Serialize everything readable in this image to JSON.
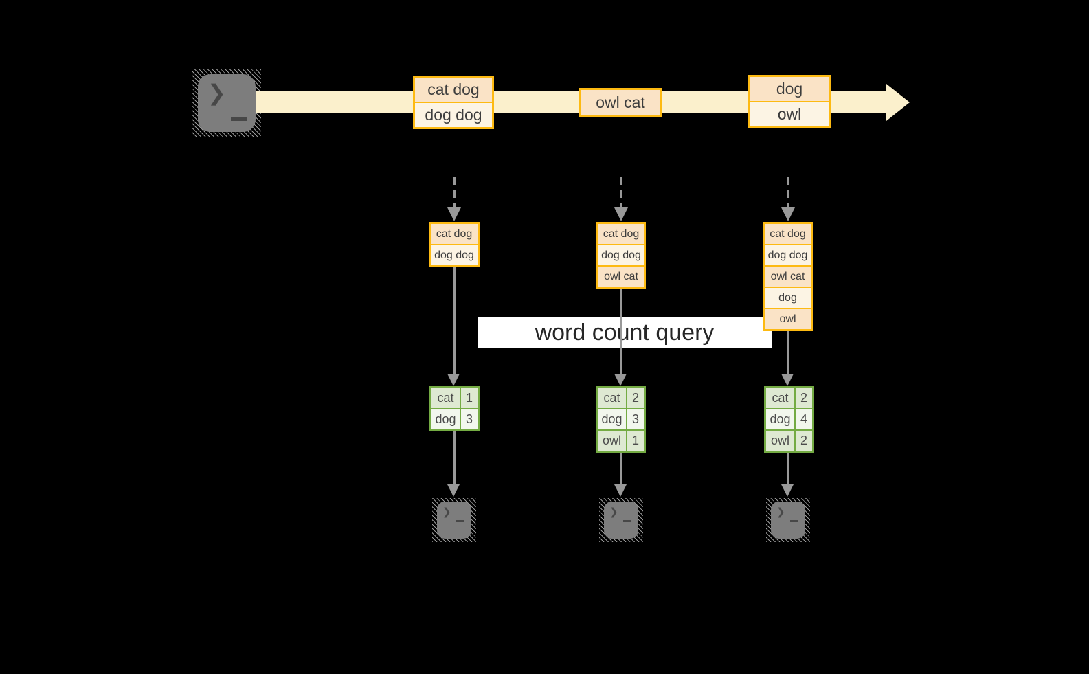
{
  "query_banner": {
    "label": "word count query"
  },
  "icons": {
    "terminal_prompt": "❯"
  },
  "stream": {
    "events": [
      {
        "lines": [
          "cat dog",
          "dog dog"
        ]
      },
      {
        "lines": [
          "owl cat"
        ]
      },
      {
        "lines": [
          "dog",
          "owl"
        ]
      }
    ]
  },
  "columns": [
    {
      "buffer": [
        "cat dog",
        "dog dog"
      ],
      "counts": [
        {
          "word": "cat",
          "count": "1"
        },
        {
          "word": "dog",
          "count": "3"
        }
      ]
    },
    {
      "buffer": [
        "cat dog",
        "dog dog",
        "owl cat"
      ],
      "counts": [
        {
          "word": "cat",
          "count": "2"
        },
        {
          "word": "dog",
          "count": "3"
        },
        {
          "word": "owl",
          "count": "1"
        }
      ]
    },
    {
      "buffer": [
        "cat dog",
        "dog dog",
        "owl cat",
        "dog",
        "owl"
      ],
      "counts": [
        {
          "word": "cat",
          "count": "2"
        },
        {
          "word": "dog",
          "count": "4"
        },
        {
          "word": "owl",
          "count": "2"
        }
      ]
    }
  ],
  "colors": {
    "gold_border": "#FDBA12",
    "peach_dark": "#FAE3C6",
    "peach_light": "#FCF4E4",
    "stream_band": "#FBF0CC",
    "green_border": "#74AB43",
    "green_row_dark": "#DEE9D2",
    "green_row_light": "#F2F7ED",
    "arrow_gray": "#999999",
    "terminal_gray": "#7D7D7D"
  }
}
